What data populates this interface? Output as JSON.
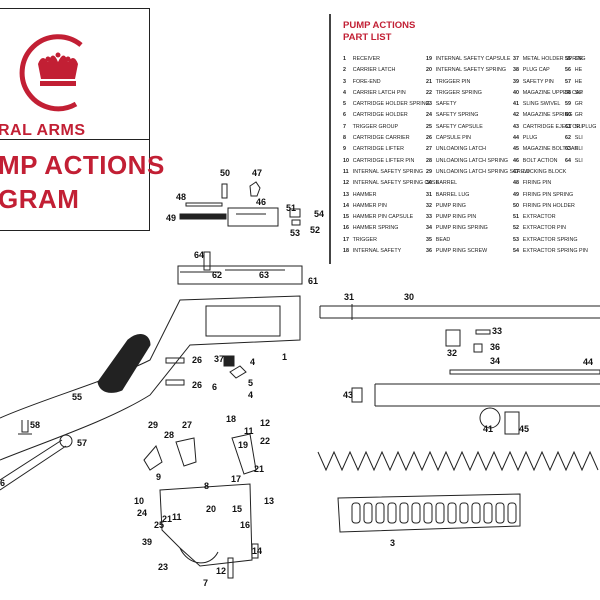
{
  "brand": {
    "name": "RAL ARMS",
    "primary_color": "#c21f34"
  },
  "diagram_title": {
    "line1": "MP ACTIONS",
    "line2": "GRAM"
  },
  "parts_list": {
    "heading1": "PUMP ACTIONS",
    "heading2": "PART LIST",
    "columns": [
      [
        {
          "n": "1",
          "t": "RECEIVER"
        },
        {
          "n": "2",
          "t": "CARRIER LATCH"
        },
        {
          "n": "3",
          "t": "FORE-END"
        },
        {
          "n": "4",
          "t": "CARRIER LATCH PIN"
        },
        {
          "n": "5",
          "t": "CARTRIDGE HOLDER SPRING"
        },
        {
          "n": "6",
          "t": "CARTRIDGE HOLDER"
        },
        {
          "n": "7",
          "t": "TRIGGER GROUP"
        },
        {
          "n": "8",
          "t": "CARTRIDGE CARRIER"
        },
        {
          "n": "9",
          "t": "CARTRIDGE LIFTER"
        },
        {
          "n": "10",
          "t": "CARTRIDGE LIFTER PIN"
        },
        {
          "n": "11",
          "t": "INTERNAL SAFETY SPRING"
        },
        {
          "n": "12",
          "t": "INTERNAL SAFETY SPRING CASE"
        },
        {
          "n": "13",
          "t": "HAMMER"
        },
        {
          "n": "14",
          "t": "HAMMER PIN"
        },
        {
          "n": "15",
          "t": "HAMMER PIN CAPSULE"
        },
        {
          "n": "16",
          "t": "HAMMER SPRING"
        },
        {
          "n": "17",
          "t": "TRIGGER"
        },
        {
          "n": "18",
          "t": "INTERNAL SAFETY"
        }
      ],
      [
        {
          "n": "19",
          "t": "INTERNAL SAFETY CAPSULE"
        },
        {
          "n": "20",
          "t": "INTERNAL SAFETY SPRING"
        },
        {
          "n": "21",
          "t": "TRIGGER PIN"
        },
        {
          "n": "22",
          "t": "TRIGGER SPRING"
        },
        {
          "n": "23",
          "t": "SAFETY"
        },
        {
          "n": "24",
          "t": "SAFETY SPRING"
        },
        {
          "n": "25",
          "t": "SAFETY CAPSULE"
        },
        {
          "n": "26",
          "t": "CAPSULE PIN"
        },
        {
          "n": "27",
          "t": "UNLOADING LATCH"
        },
        {
          "n": "28",
          "t": "UNLOADING LATCH SPRING"
        },
        {
          "n": "29",
          "t": "UNLOADING LATCH SPRING SCREW"
        },
        {
          "n": "30",
          "t": "BARREL"
        },
        {
          "n": "31",
          "t": "BARREL LUG"
        },
        {
          "n": "32",
          "t": "PUMP RING"
        },
        {
          "n": "33",
          "t": "PUMP RING PIN"
        },
        {
          "n": "34",
          "t": "PUMP RING SPRING"
        },
        {
          "n": "35",
          "t": "BEAD"
        },
        {
          "n": "36",
          "t": "PUMP RING SCREW"
        }
      ],
      [
        {
          "n": "37",
          "t": "METAL HOLDER SPRING"
        },
        {
          "n": "38",
          "t": "PLUG CAP"
        },
        {
          "n": "39",
          "t": "SAFETY PIN"
        },
        {
          "n": "40",
          "t": "MAGAZINE UPPER CAP"
        },
        {
          "n": "41",
          "t": "SLING SWIVEL"
        },
        {
          "n": "42",
          "t": "MAGAZINE SPRING"
        },
        {
          "n": "43",
          "t": "CARTRIDGE EJECTOR PLUG"
        },
        {
          "n": "44",
          "t": "PLUG"
        },
        {
          "n": "45",
          "t": "MAGAZINE BOLT CAP"
        },
        {
          "n": "46",
          "t": "BOLT ACTION"
        },
        {
          "n": "47",
          "t": "LOCKING BLOCK"
        },
        {
          "n": "48",
          "t": "FIRING PIN"
        },
        {
          "n": "49",
          "t": "FIRING PIN SPRING"
        },
        {
          "n": "50",
          "t": "FIRING PIN HOLDER"
        },
        {
          "n": "51",
          "t": "EXTRACTOR"
        },
        {
          "n": "52",
          "t": "EXTRACTOR PIN"
        },
        {
          "n": "53",
          "t": "EXTRACTOR SPRING"
        },
        {
          "n": "54",
          "t": "EXTRACTOR SPRING PIN"
        }
      ],
      [
        {
          "n": "55",
          "t": "GR"
        },
        {
          "n": "56",
          "t": "HE"
        },
        {
          "n": "57",
          "t": "HE"
        },
        {
          "n": "58",
          "t": "SLI"
        },
        {
          "n": "59",
          "t": "GR"
        },
        {
          "n": "60",
          "t": "GR"
        },
        {
          "n": "61",
          "t": "SLI"
        },
        {
          "n": "62",
          "t": "SLI"
        },
        {
          "n": "63",
          "t": "SLI"
        },
        {
          "n": "64",
          "t": "SLI"
        }
      ]
    ]
  },
  "callouts": [
    {
      "t": "50"
    },
    {
      "t": "47"
    },
    {
      "t": "48"
    },
    {
      "t": "49"
    },
    {
      "t": "46"
    },
    {
      "t": "51"
    },
    {
      "t": "54"
    },
    {
      "t": "53"
    },
    {
      "t": "52"
    },
    {
      "t": "64"
    },
    {
      "t": "62"
    },
    {
      "t": "63"
    },
    {
      "t": "61"
    },
    {
      "t": "31"
    },
    {
      "t": "30"
    },
    {
      "t": "33"
    },
    {
      "t": "36"
    },
    {
      "t": "32"
    },
    {
      "t": "34"
    },
    {
      "t": "44"
    },
    {
      "t": "43"
    },
    {
      "t": "41"
    },
    {
      "t": "45"
    },
    {
      "t": "26"
    },
    {
      "t": "37"
    },
    {
      "t": "4"
    },
    {
      "t": "1"
    },
    {
      "t": "26"
    },
    {
      "t": "5"
    },
    {
      "t": "6"
    },
    {
      "t": "4"
    },
    {
      "t": "55"
    },
    {
      "t": "58"
    },
    {
      "t": "57"
    },
    {
      "t": "6"
    },
    {
      "t": "29"
    },
    {
      "t": "28"
    },
    {
      "t": "27"
    },
    {
      "t": "18"
    },
    {
      "t": "12"
    },
    {
      "t": "11"
    },
    {
      "t": "22"
    },
    {
      "t": "19"
    },
    {
      "t": "21"
    },
    {
      "t": "9"
    },
    {
      "t": "8"
    },
    {
      "t": "17"
    },
    {
      "t": "10"
    },
    {
      "t": "24"
    },
    {
      "t": "25"
    },
    {
      "t": "21"
    },
    {
      "t": "11"
    },
    {
      "t": "20"
    },
    {
      "t": "15"
    },
    {
      "t": "16"
    },
    {
      "t": "13"
    },
    {
      "t": "39"
    },
    {
      "t": "23"
    },
    {
      "t": "14"
    },
    {
      "t": "12"
    },
    {
      "t": "7"
    },
    {
      "t": "3"
    }
  ]
}
